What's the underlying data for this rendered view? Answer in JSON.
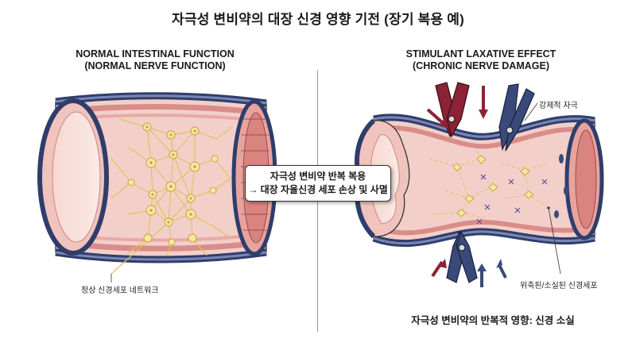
{
  "title": "자극성 변비약의 대장 신경 영향 기전 (장기 복용 예)",
  "left_panel": {
    "heading_line1": "NORMAL INTESTINAL FUNCTION",
    "heading_line2": "(NORMAL NERVE FUNCTION)",
    "label": "정상 신경세포 네트워크"
  },
  "right_panel": {
    "heading_line1": "STIMULANT LAXATIVE EFFECT",
    "heading_line2": "(CHRONIC NERVE DAMAGE)",
    "force_label": "강제적 자극",
    "damage_label": "위축된/소실된 신경세포",
    "caption": "자극성 변비약의 반복적 영향: 신경 소실"
  },
  "callout": {
    "line1": "자극성 변비약 반복 복용",
    "line2": "→ 대장 자율신경 세포 손상 및 사멸"
  },
  "colors": {
    "tissue_pink": "#f2c9c4",
    "muscle_red": "#d98c88",
    "navy_band": "#2f3d6b",
    "nerve_yellow": "#f0e08a",
    "clamp_red": "#8c2335",
    "clamp_blue": "#3a4a78"
  }
}
